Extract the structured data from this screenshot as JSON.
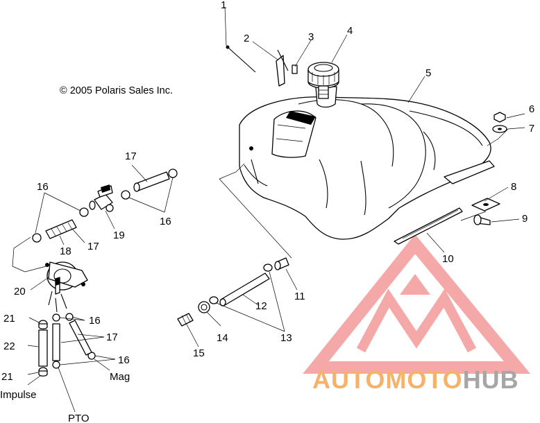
{
  "copyright": "© 2005 Polaris Sales Inc.",
  "callouts": {
    "c1": "1",
    "c2": "2",
    "c3": "3",
    "c4": "4",
    "c5": "5",
    "c6": "6",
    "c7": "7",
    "c8": "8",
    "c9": "9",
    "c10": "10",
    "c11": "11",
    "c12": "12",
    "c13": "13",
    "c14": "14",
    "c15": "15",
    "c16a": "16",
    "c16b": "16",
    "c16c": "16",
    "c16d": "16",
    "c17a": "17",
    "c17b": "17",
    "c17c": "17",
    "c18": "18",
    "c19": "19",
    "c20": "20",
    "c21a": "21",
    "c21b": "21",
    "c22": "22"
  },
  "port_labels": {
    "impulse": "Impulse",
    "pto": "PTO",
    "mag": "Mag"
  },
  "watermark": {
    "word_part1": "AUTO",
    "word_part2": "MOTO",
    "word_part3": "HUB",
    "colors": {
      "triangle": "#f28c8c",
      "orange": "#f6b26b",
      "grey": "#a6a6a6"
    }
  }
}
